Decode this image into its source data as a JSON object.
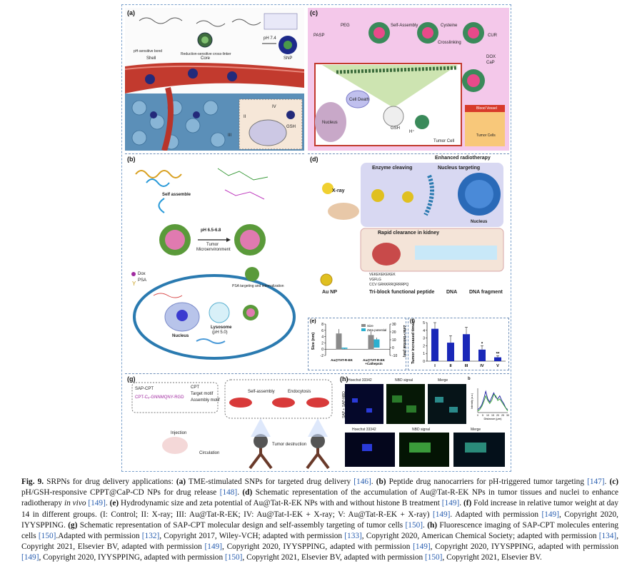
{
  "panels": {
    "a": {
      "label": "(a)",
      "texts": [
        "pH-sensitive bond",
        "Shell",
        "Reduction-sensitive cross-linker",
        "Core",
        "pH 7.4",
        "SNP",
        "I",
        "II",
        "III",
        "IV",
        "GSH"
      ]
    },
    "b": {
      "label": "(b)",
      "texts": [
        "Self assemble",
        "pH 6.5-6.8",
        "Tumor",
        "Microenvironment",
        "Dox",
        "PSA",
        "PSA targeting and internalization",
        "Lysosome",
        "(pH 5.0)",
        "Nucleus"
      ]
    },
    "c": {
      "label": "(c)",
      "texts": [
        "PASP",
        "PEG",
        "Self-Assembly",
        "Cysteine",
        "Crosslinking",
        "CUR",
        "DOX",
        "CaP",
        "Cell Death",
        "Nucleus",
        "GSH",
        "H⁺",
        "Tumor Cell",
        "Blood Vessel",
        "Tumor Cells"
      ]
    },
    "d": {
      "label": "(d)",
      "texts": [
        "Enhanced radiotherapy",
        "X-ray",
        "Enzyme cleaving",
        "Nucleus targeting",
        "Nucleus",
        "Rapid clearance in kidney",
        "VEKEKEKEKEK",
        "VGFLG",
        "CCV GRKKRRQRRRPQ",
        "Au NP",
        "Tri-block functional peptide",
        "DNA",
        "DNA fragment"
      ]
    },
    "g": {
      "label": "(g)",
      "texts": [
        "SAP-CPT",
        "CPT",
        "Target motif",
        "Assembly motif",
        "CPT-C₆-GNNMQNY-RGD",
        "Self-assembly",
        "Endocytosis",
        "Injection",
        "Circulation",
        "Tumor destruction"
      ]
    },
    "h": {
      "label": "(h)",
      "texts": [
        "Hoechst 33342",
        "NBD signal",
        "Merge",
        "b",
        "SAP + SAP-NBD",
        "Hoechst 33342",
        "NBD signal",
        "Merge"
      ]
    }
  },
  "chart_data": [
    {
      "type": "bar",
      "panel_label": "(e)",
      "categories": [
        "Au@TAT-R-EK",
        "Au@TAT-R-EK +Cathepsin B"
      ],
      "series": [
        {
          "name": "Size",
          "values": [
            5.0,
            4.5
          ],
          "errors": [
            1.4,
            1.2
          ]
        },
        {
          "name": "Zeta potential",
          "values": [
            -1.5,
            10.5
          ],
          "errors": [
            0.5,
            2.2
          ]
        }
      ],
      "ylabel": "Size (nm)",
      "ylim": [
        -2,
        8
      ],
      "yticks": [
        -2,
        0,
        2,
        4,
        6,
        8
      ],
      "y2label": "Zeta Potential (mv)",
      "y2lim": [
        -10,
        30
      ],
      "y2ticks": [
        -10,
        0,
        10,
        20,
        30
      ],
      "legend": "top-right"
    },
    {
      "type": "bar",
      "panel_label": "(f)",
      "categories": [
        "I",
        "II",
        "III",
        "IV",
        "V"
      ],
      "values": [
        4.2,
        2.4,
        3.5,
        1.5,
        0.5
      ],
      "errors": [
        0.8,
        0.9,
        0.9,
        0.5,
        0.2
      ],
      "annotations": [
        "",
        "",
        "",
        "*",
        "**"
      ],
      "ylabel": "Tumor increased times",
      "ylim": [
        0,
        5
      ],
      "yticks": [
        0,
        1,
        2,
        3,
        4,
        5
      ]
    },
    {
      "type": "line",
      "panel_label": "b",
      "xlabel": "Distance (μm)",
      "ylabel": "Intensity (a.u.)",
      "xlim": [
        0,
        30
      ],
      "xticks": [
        0,
        5,
        10,
        15,
        20,
        25,
        30
      ],
      "series": [
        {
          "color": "#1a1aa0",
          "x": [
            0,
            2,
            4,
            6,
            8,
            10,
            12,
            14,
            16,
            18,
            20,
            22,
            24,
            26,
            28,
            30
          ],
          "y": [
            0.2,
            0.3,
            0.5,
            0.9,
            1.4,
            0.9,
            0.7,
            1.0,
            1.3,
            1.0,
            0.9,
            1.1,
            0.8,
            0.6,
            0.3,
            0.2
          ]
        },
        {
          "color": "#2e9e2e",
          "x": [
            0,
            2,
            4,
            6,
            8,
            10,
            12,
            14,
            16,
            18,
            20,
            22,
            24,
            26,
            28,
            30
          ],
          "y": [
            0.1,
            0.2,
            0.4,
            0.7,
            1.1,
            0.8,
            0.6,
            0.8,
            1.2,
            1.1,
            0.8,
            0.9,
            0.7,
            0.5,
            0.3,
            0.1
          ]
        }
      ]
    }
  ],
  "caption": {
    "fig_label": "Fig. 9.",
    "segments": [
      {
        "t": " SRPNs for drug delivery applications: "
      },
      {
        "t": "(a)",
        "b": true
      },
      {
        "t": " TME-stimulated SNPs for targeted drug delivery "
      },
      {
        "t": "[146]",
        "r": true
      },
      {
        "t": ". "
      },
      {
        "t": "(b)",
        "b": true
      },
      {
        "t": " Peptide drug nanocarriers for pH-triggered tumor targeting "
      },
      {
        "t": "[147]",
        "r": true
      },
      {
        "t": ". "
      },
      {
        "t": "(c)",
        "b": true
      },
      {
        "t": " pH/GSH-responsive CPPT@CaP-CD NPs for drug release "
      },
      {
        "t": "[148]",
        "r": true
      },
      {
        "t": ". "
      },
      {
        "t": "(d)",
        "b": true
      },
      {
        "t": " Schematic representation of the accumulation of Au@Tat-R-EK NPs in tumor tissues and nuclei to enhance radiotherapy "
      },
      {
        "t": "in vivo",
        "i": true
      },
      {
        "t": " "
      },
      {
        "t": "[149]",
        "r": true
      },
      {
        "t": ". "
      },
      {
        "t": "(e)",
        "b": true
      },
      {
        "t": " Hydrodynamic size and zeta potential of Au@Tat-R-EK NPs with and without histone B treatment "
      },
      {
        "t": "[149]",
        "r": true
      },
      {
        "t": ". "
      },
      {
        "t": "(f)",
        "b": true
      },
      {
        "t": " Fold increase in relative tumor weight at day 14 in different groups. (I: Control; II: X-ray; III: Au@Tat-R-EK; IV: Au@Tat-I-EK + X-ray; V: Au@Tat-R-EK + X-ray) "
      },
      {
        "t": "[149]",
        "r": true
      },
      {
        "t": ". Adapted with permission "
      },
      {
        "t": "[149]",
        "r": true
      },
      {
        "t": ", Copyright 2020, IYYSPPING. "
      },
      {
        "t": "(g)",
        "b": true
      },
      {
        "t": " Schematic representation of SAP-CPT molecular design and self-assembly targeting of tumor cells "
      },
      {
        "t": "[150]",
        "r": true
      },
      {
        "t": ". "
      },
      {
        "t": "(h)",
        "b": true
      },
      {
        "t": " Fluorescence imaging of SAP-CPT molecules entering cells "
      },
      {
        "t": "[150]",
        "r": true
      },
      {
        "t": ".Adapted with permission "
      },
      {
        "t": "[132]",
        "r": true
      },
      {
        "t": ", Copyright 2017, Wiley-VCH; adapted with permission "
      },
      {
        "t": "[133]",
        "r": true
      },
      {
        "t": ", Copyright 2020, American Chemical Society; adapted with permission "
      },
      {
        "t": "[134]",
        "r": true
      },
      {
        "t": ", Copyright 2021, Elsevier BV, adapted with permission "
      },
      {
        "t": "[149]",
        "r": true
      },
      {
        "t": ", Copyright 2020, IYYSPPING, adapted with permission "
      },
      {
        "t": "[149]",
        "r": true
      },
      {
        "t": ", Copyright 2020, IYYSPPING, adapted with permission "
      },
      {
        "t": "[149]",
        "r": true
      },
      {
        "t": ", Copyright 2020, IYYSPPING, adapted with permission "
      },
      {
        "t": "[150]",
        "r": true
      },
      {
        "t": ", Copyright 2021, Elsevier BV, adapted with permission "
      },
      {
        "t": "[150]",
        "r": true
      },
      {
        "t": ", Copyright 2021, Elsevier BV."
      }
    ]
  }
}
